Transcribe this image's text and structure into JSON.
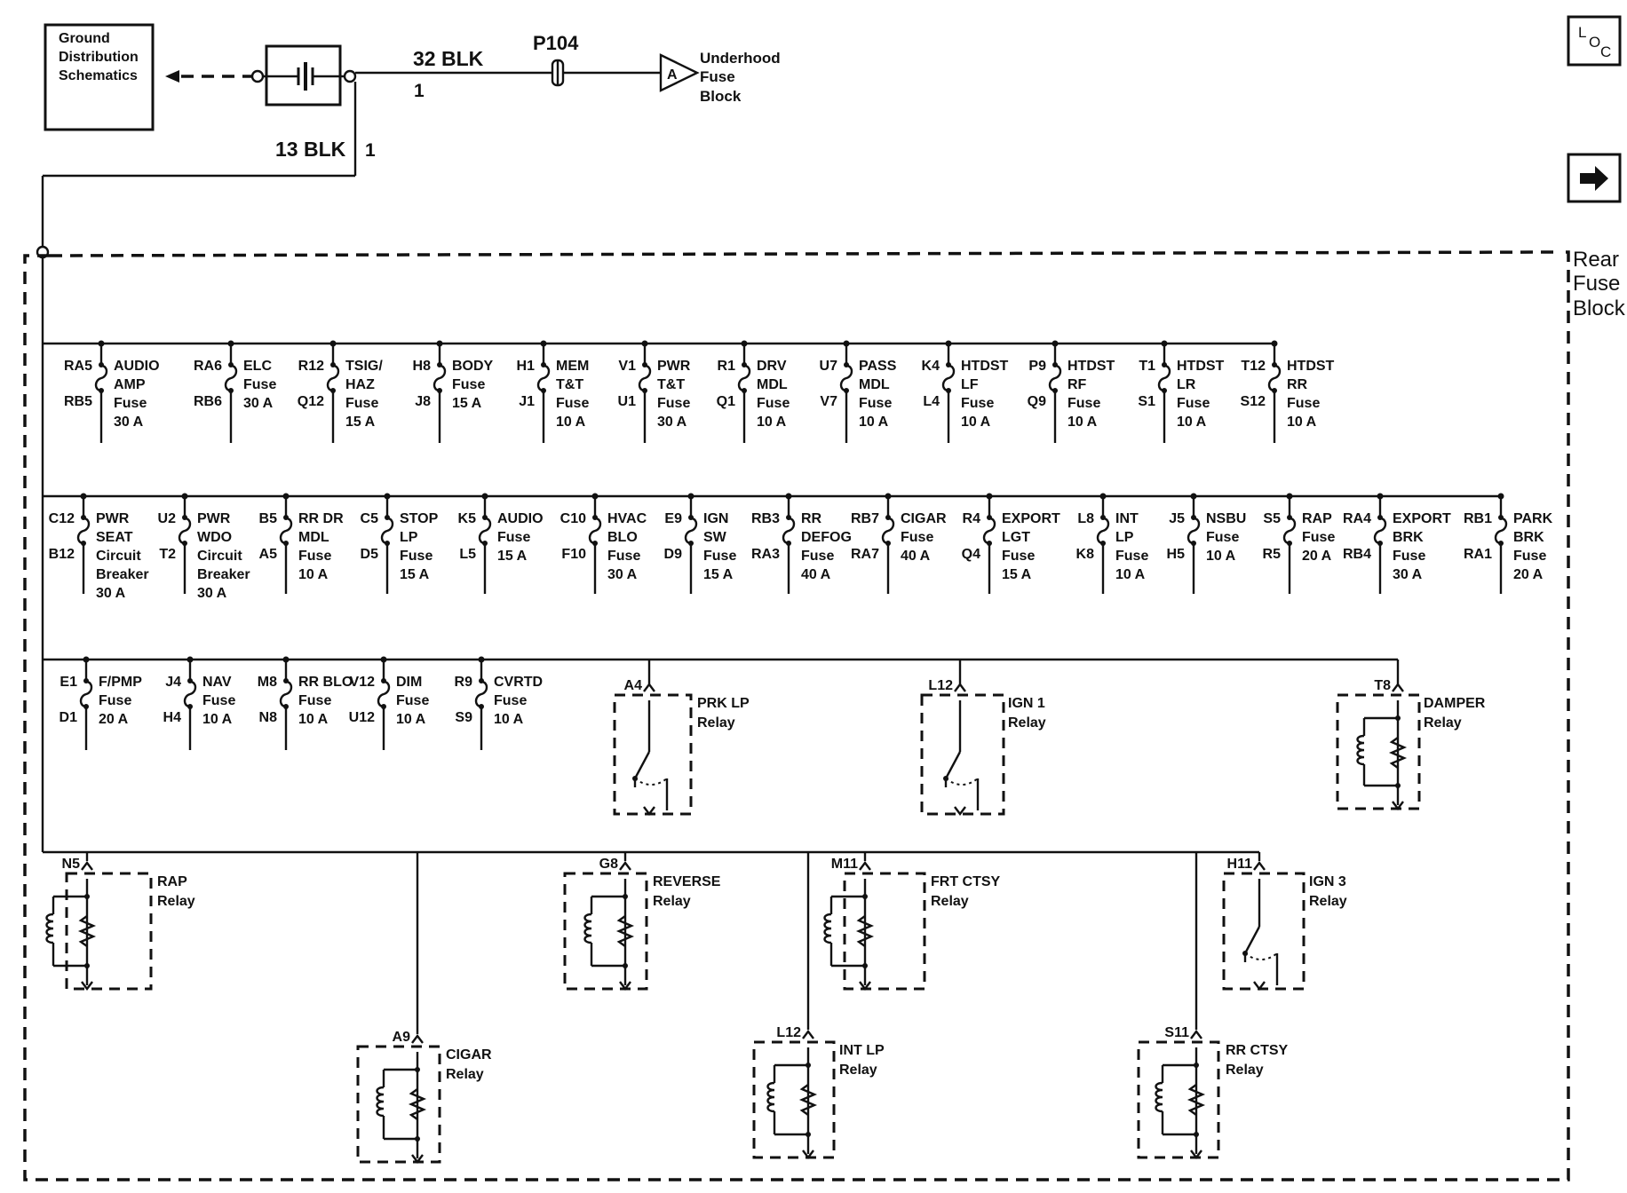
{
  "header": {
    "ground_label": [
      "Ground",
      "Distribution",
      "Schematics"
    ],
    "wire_main": "32 BLK",
    "wire_main_pin": "1",
    "connector": "P104",
    "connector_tag": "A",
    "underhood_label": [
      "Underhood",
      "Fuse",
      "Block"
    ],
    "wire_down": "13 BLK",
    "wire_down_pin": "1",
    "rear_block_label": [
      "Rear",
      "Fuse",
      "Block"
    ],
    "loc_icon": "loc-icon",
    "next_icon": "arrow-right-icon"
  },
  "fuse_row1": [
    {
      "top": "RA5",
      "bottom": "RB5",
      "label": [
        "AUDIO",
        "AMP",
        "Fuse",
        "30 A"
      ]
    },
    {
      "top": "RA6",
      "bottom": "RB6",
      "label": [
        "ELC",
        "Fuse",
        "30 A"
      ]
    },
    {
      "top": "R12",
      "bottom": "Q12",
      "label": [
        "TSIG/",
        "HAZ",
        "Fuse",
        "15 A"
      ]
    },
    {
      "top": "H8",
      "bottom": "J8",
      "label": [
        "BODY",
        "Fuse",
        "15 A"
      ]
    },
    {
      "top": "H1",
      "bottom": "J1",
      "label": [
        "MEM",
        "T&T",
        "Fuse",
        "10 A"
      ]
    },
    {
      "top": "V1",
      "bottom": "U1",
      "label": [
        "PWR",
        "T&T",
        "Fuse",
        "30 A"
      ]
    },
    {
      "top": "R1",
      "bottom": "Q1",
      "label": [
        "DRV",
        "MDL",
        "Fuse",
        "10 A"
      ]
    },
    {
      "top": "U7",
      "bottom": "V7",
      "label": [
        "PASS",
        "MDL",
        "Fuse",
        "10 A"
      ]
    },
    {
      "top": "K4",
      "bottom": "L4",
      "label": [
        "HTDST",
        "LF",
        "Fuse",
        "10 A"
      ]
    },
    {
      "top": "P9",
      "bottom": "Q9",
      "label": [
        "HTDST",
        "RF",
        "Fuse",
        "10 A"
      ]
    },
    {
      "top": "T1",
      "bottom": "S1",
      "label": [
        "HTDST",
        "LR",
        "Fuse",
        "10 A"
      ]
    },
    {
      "top": "T12",
      "bottom": "S12",
      "label": [
        "HTDST",
        "RR",
        "Fuse",
        "10 A"
      ]
    }
  ],
  "fuse_row2": [
    {
      "top": "C12",
      "bottom": "B12",
      "label": [
        "PWR",
        "SEAT",
        "Circuit",
        "Breaker",
        "30 A"
      ]
    },
    {
      "top": "U2",
      "bottom": "T2",
      "label": [
        "PWR",
        "WDO",
        "Circuit",
        "Breaker",
        "30 A"
      ]
    },
    {
      "top": "B5",
      "bottom": "A5",
      "label": [
        "RR DR",
        "MDL",
        "Fuse",
        "10 A"
      ]
    },
    {
      "top": "C5",
      "bottom": "D5",
      "label": [
        "STOP",
        "LP",
        "Fuse",
        "15 A"
      ]
    },
    {
      "top": "K5",
      "bottom": "L5",
      "label": [
        "AUDIO",
        "Fuse",
        "15 A"
      ]
    },
    {
      "top": "C10",
      "bottom": "F10",
      "label": [
        "HVAC",
        "BLO",
        "Fuse",
        "30 A"
      ]
    },
    {
      "top": "E9",
      "bottom": "D9",
      "label": [
        "IGN",
        "SW",
        "Fuse",
        "15 A"
      ]
    },
    {
      "top": "RB3",
      "bottom": "RA3",
      "label": [
        "RR",
        "DEFOG",
        "Fuse",
        "40 A"
      ]
    },
    {
      "top": "RB7",
      "bottom": "RA7",
      "label": [
        "CIGAR",
        "Fuse",
        "40 A"
      ]
    },
    {
      "top": "R4",
      "bottom": "Q4",
      "label": [
        "EXPORT",
        "LGT",
        "Fuse",
        "15 A"
      ]
    },
    {
      "top": "L8",
      "bottom": "K8",
      "label": [
        "INT",
        "LP",
        "Fuse",
        "10 A"
      ]
    },
    {
      "top": "J5",
      "bottom": "H5",
      "label": [
        "NSBU",
        "Fuse",
        "10 A"
      ]
    },
    {
      "top": "S5",
      "bottom": "R5",
      "label": [
        "RAP",
        "Fuse",
        "20 A"
      ]
    },
    {
      "top": "RA4",
      "bottom": "RB4",
      "label": [
        "EXPORT",
        "BRK",
        "Fuse",
        "30 A"
      ]
    },
    {
      "top": "RB1",
      "bottom": "RA1",
      "label": [
        "PARK",
        "BRK",
        "Fuse",
        "20 A"
      ]
    }
  ],
  "fuse_row3": [
    {
      "top": "E1",
      "bottom": "D1",
      "label": [
        "F/PMP",
        "Fuse",
        "20 A"
      ]
    },
    {
      "top": "J4",
      "bottom": "H4",
      "label": [
        "NAV",
        "Fuse",
        "10 A"
      ]
    },
    {
      "top": "M8",
      "bottom": "N8",
      "label": [
        "RR BLO",
        "Fuse",
        "10 A"
      ]
    },
    {
      "top": "V12",
      "bottom": "U12",
      "label": [
        "DIM",
        "Fuse",
        "10 A"
      ]
    },
    {
      "top": "R9",
      "bottom": "S9",
      "label": [
        "CVRTD",
        "Fuse",
        "10 A"
      ]
    }
  ],
  "relays_row3": [
    {
      "pin": "A4",
      "label": [
        "PRK LP",
        "Relay"
      ],
      "kind": "switch"
    },
    {
      "pin": "L12",
      "label": [
        "IGN 1",
        "Relay"
      ],
      "kind": "switch"
    },
    {
      "pin": "T8",
      "label": [
        "DAMPER",
        "Relay"
      ],
      "kind": "coil"
    }
  ],
  "relays_row4": [
    {
      "pin": "N5",
      "label": [
        "RAP",
        "Relay"
      ],
      "kind": "coil"
    },
    {
      "pin": "A9",
      "label": [
        "CIGAR",
        "Relay"
      ],
      "kind": "coil"
    },
    {
      "pin": "G8",
      "label": [
        "REVERSE",
        "Relay"
      ],
      "kind": "coil"
    },
    {
      "pin": "L12",
      "label": [
        "INT LP",
        "Relay"
      ],
      "kind": "coil"
    },
    {
      "pin": "M11",
      "label": [
        "FRT CTSY",
        "Relay"
      ],
      "kind": "coil"
    },
    {
      "pin": "S11",
      "label": [
        "RR CTSY",
        "Relay"
      ],
      "kind": "coil"
    },
    {
      "pin": "H11",
      "label": [
        "IGN 3",
        "Relay"
      ],
      "kind": "switch"
    }
  ]
}
